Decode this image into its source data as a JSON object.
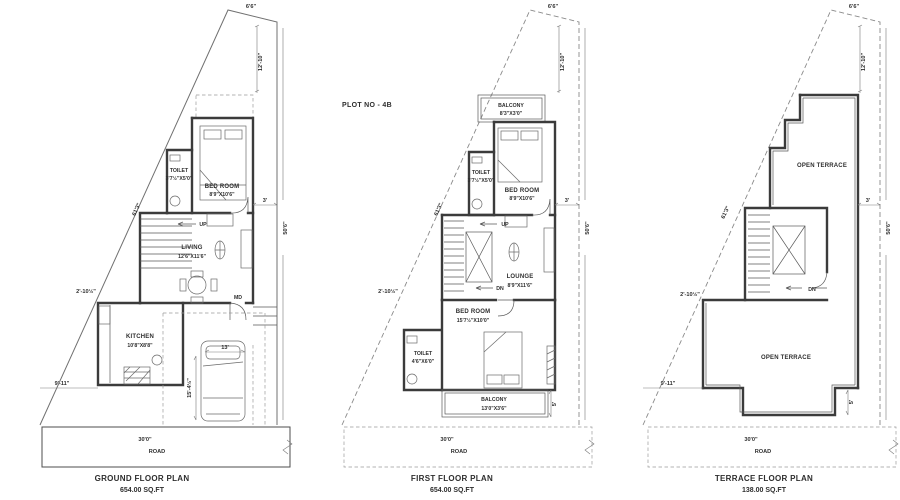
{
  "plot_no": "PLOT NO - 4B",
  "ground": {
    "title": "GROUND FLOOR PLAN",
    "area": "654.00 SQ.FT",
    "road": "ROAD",
    "road_width": "30'0\"",
    "bedroom": {
      "name": "BED ROOM",
      "size": "8'9\"X10'6\""
    },
    "toilet": {
      "name": "TOILET",
      "size": "3'7½\"X5'0\""
    },
    "living": {
      "name": "LIVING",
      "size": "12'6\"X11'6\""
    },
    "kitchen": {
      "name": "KITCHEN",
      "size": "10'8\"X8'8\""
    },
    "stair_up": "UP",
    "main_door": "MD",
    "dims": {
      "top": "6'6\"",
      "top_right": "12'-10\"",
      "diagonal": "61'3\"",
      "right": "50'6\"",
      "setback": "3'",
      "left": "2'-10½\"",
      "bottom_left": "9'-11\"",
      "porch_width": "13'",
      "porch_depth": "15'-4½\""
    }
  },
  "first": {
    "title": "FIRST FLOOR PLAN",
    "area": "654.00 SQ.FT",
    "road": "ROAD",
    "road_width": "30'0\"",
    "balcony_top": {
      "name": "BALCONY",
      "size": "8'3\"X3'0\""
    },
    "bedroom1": {
      "name": "BED ROOM",
      "size": "8'9\"X10'6\""
    },
    "toilet1": {
      "name": "TOILET",
      "size": "3'7½\"X5'0\""
    },
    "lounge": {
      "name": "LOUNGE",
      "size": "8'9\"X11'6\""
    },
    "bedroom2": {
      "name": "BED ROOM",
      "size": "15'7½\"X10'0\""
    },
    "toilet2": {
      "name": "TOILET",
      "size": "4'6\"X6'0\""
    },
    "balcony_bottom": {
      "name": "BALCONY",
      "size": "13'0\"X3'6\""
    },
    "stair_up": "UP",
    "stair_dn": "DN",
    "dims": {
      "top": "6'6\"",
      "top_right": "12'-10\"",
      "diagonal": "61'3\"",
      "right": "50'6\"",
      "setback": "3'",
      "left": "2'-10½\"",
      "balcony_depth": "5'"
    }
  },
  "terrace": {
    "title": "TERRACE FLOOR PLAN",
    "area": "138.00 SQ.FT",
    "road": "ROAD",
    "road_width": "30'0\"",
    "open_upper": "OPEN TERRACE",
    "open_lower": "OPEN TERRACE",
    "stair_dn": "DN",
    "dims": {
      "top": "6'6\"",
      "top_right": "12'-10\"",
      "diagonal": "61'3\"",
      "right": "50'6\"",
      "setback": "3'",
      "left": "2'-10½\"",
      "bottom_left": "9'-11\"",
      "notch_depth": "5'"
    }
  }
}
